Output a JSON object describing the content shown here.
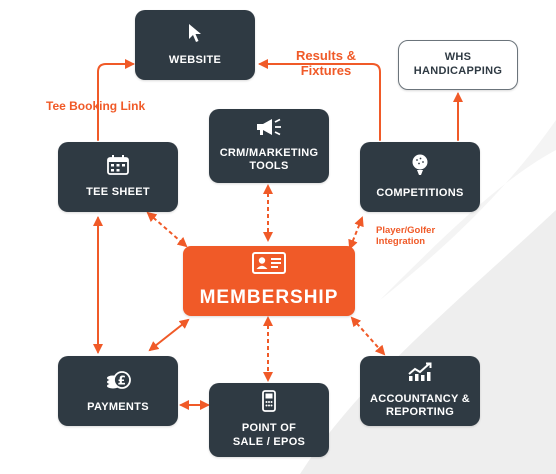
{
  "nodes": {
    "website": "WEBSITE",
    "whs_handicapping": "WHS\nHANDICAPPING",
    "crm_marketing": "CRM/MARKETING\nTOOLS",
    "tee_sheet": "TEE SHEET",
    "competitions": "COMPETITIONS",
    "membership": "MEMBERSHIP",
    "payments": "PAYMENTS",
    "point_of_sale": "POINT OF\nSALE / EPOS",
    "accountancy": "ACCOUNTANCY &\nREPORTING"
  },
  "connector_labels": {
    "results_fixtures": "Results &\nFixtures",
    "tee_booking_link": "Tee Booking Link",
    "player_golfer_integration": "Player/Golfer\nIntegration"
  },
  "colors": {
    "accent": "#f05a28",
    "node": "#2f3a43",
    "node_text": "#ffffff"
  },
  "icons": {
    "website": "cursor-icon",
    "crm_marketing": "megaphone-icon",
    "tee_sheet": "calendar-icon",
    "competitions": "golf-ball-icon",
    "membership": "id-card-icon",
    "payments": "coins-icon",
    "point_of_sale": "card-terminal-icon",
    "accountancy": "chart-icon"
  }
}
